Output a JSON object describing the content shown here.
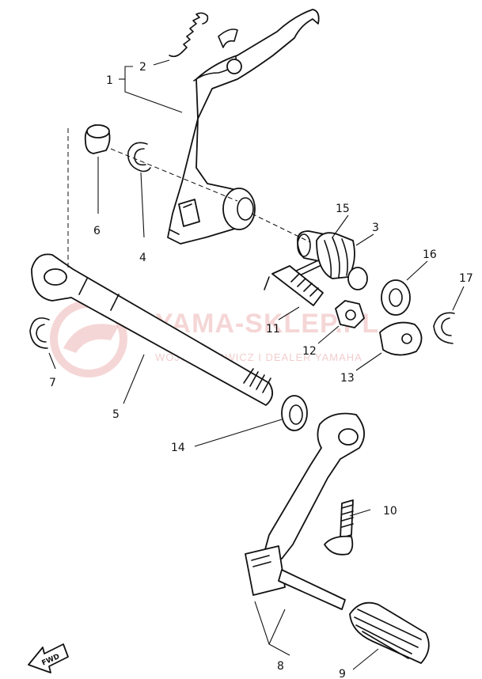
{
  "watermark": {
    "title": "YAMA-SKLEP.PL",
    "subtitle": "WOJCIECHOWICZ I DEALER YAMAHA",
    "accent_color": "#e9a5a5"
  },
  "fwd_badge": {
    "label": "FWD"
  },
  "callouts": {
    "c1": "1",
    "c2": "2",
    "c3": "3",
    "c4": "4",
    "c5": "5",
    "c6": "6",
    "c7": "7",
    "c8": "8",
    "c9": "9",
    "c10": "10",
    "c11": "11",
    "c12": "12",
    "c13": "13",
    "c14": "14",
    "c15": "15",
    "c16": "16",
    "c17": "17"
  }
}
